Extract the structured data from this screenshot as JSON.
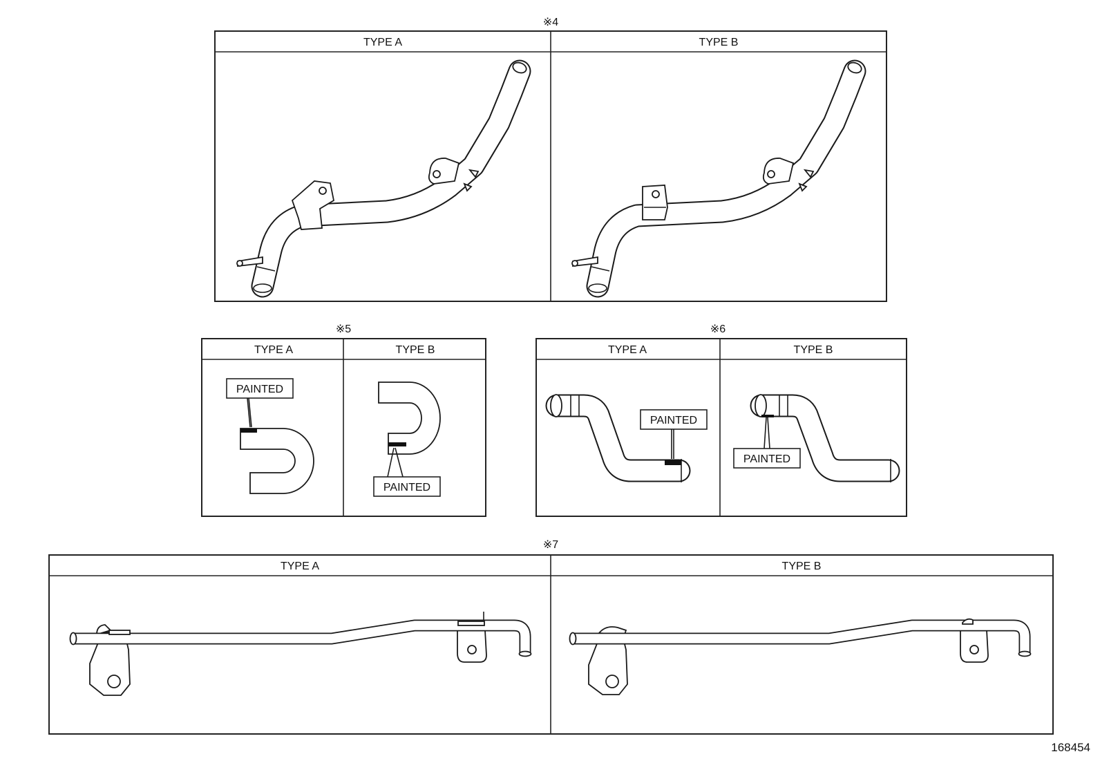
{
  "groups": [
    {
      "ref": "※4",
      "type_a": "TYPE A",
      "type_b": "TYPE B"
    },
    {
      "ref": "※5",
      "type_a": "TYPE A",
      "type_b": "TYPE B",
      "label_a": "PAINTED",
      "label_b": "PAINTED"
    },
    {
      "ref": "※6",
      "type_a": "TYPE A",
      "type_b": "TYPE B",
      "label_a": "PAINTED",
      "label_b": "PAINTED"
    },
    {
      "ref": "※7",
      "type_a": "TYPE A",
      "type_b": "TYPE B"
    }
  ],
  "figure_number": "168454"
}
